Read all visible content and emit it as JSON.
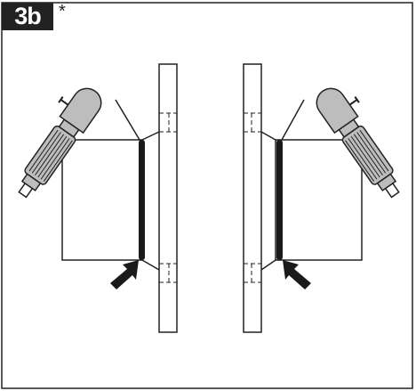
{
  "figure": {
    "step_label": "3b",
    "note_marker": "*"
  },
  "colors": {
    "outline": "#222222",
    "tool_grey": "#bdbdbd",
    "seal": "#1a1a1a",
    "background": "#ffffff"
  },
  "parts": [
    "frame",
    "left-wall-panel",
    "right-wall-panel",
    "left-spray-gun",
    "right-spray-gun",
    "left-seal-strip",
    "right-seal-strip",
    "left-arrow",
    "right-arrow"
  ]
}
